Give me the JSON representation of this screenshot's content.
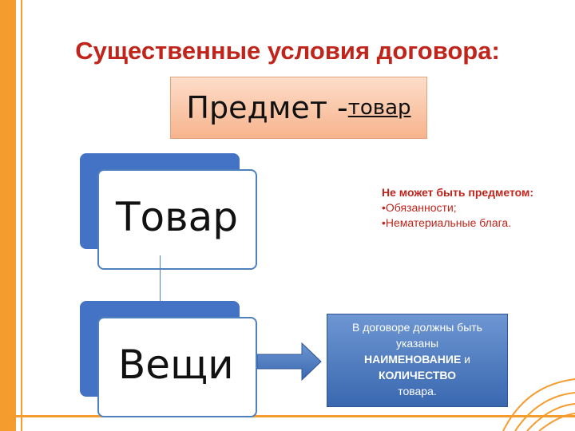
{
  "title": "Существенные условия договора:",
  "subject": {
    "main": "Предмет - ",
    "link": "товар"
  },
  "cards": [
    {
      "label": "Товар"
    },
    {
      "label": "Вещи"
    }
  ],
  "note": {
    "heading": "Не может быть предметом:",
    "items": [
      "•Обязанности;",
      "•Нематериальные блага."
    ]
  },
  "info_box": {
    "line1": "В договоре должны быть",
    "line2": "указаны",
    "line3": "НАИМЕНОВАНИЕ",
    "line3_suffix": " и",
    "line4": "КОЛИЧЕСТВО",
    "line5": "товара."
  },
  "colors": {
    "accent_orange": "#f59c2f",
    "title_red": "#c0241b",
    "card_blue": "#4472c4",
    "border_blue": "#4f81bd",
    "subject_peach": "#f7b48d"
  }
}
